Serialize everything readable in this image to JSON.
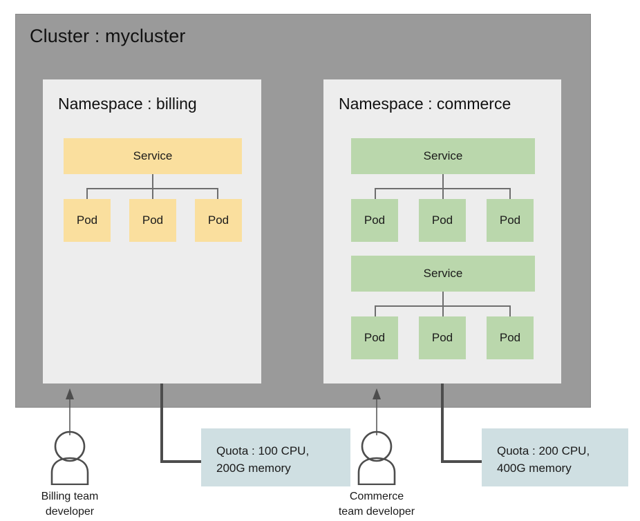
{
  "diagram": {
    "cluster": {
      "title": "Cluster : mycluster",
      "color": "#9a9a9a"
    },
    "namespaces": [
      {
        "title": "Namespace : billing",
        "color": "#ededed",
        "block_color": "#fadf9e",
        "groups": [
          {
            "service_label": "Service",
            "pods": [
              "Pod",
              "Pod",
              "Pod"
            ]
          }
        ],
        "quota": {
          "line1": "Quota : 100 CPU,",
          "line2": "200G memory",
          "color": "#cfdfe2"
        },
        "actor": {
          "icon": "person-icon",
          "line1": "Billing team",
          "line2": "developer"
        }
      },
      {
        "title": "Namespace : commerce",
        "color": "#ededed",
        "block_color": "#bad7ac",
        "groups": [
          {
            "service_label": "Service",
            "pods": [
              "Pod",
              "Pod",
              "Pod"
            ]
          },
          {
            "service_label": "Service",
            "pods": [
              "Pod",
              "Pod",
              "Pod"
            ]
          }
        ],
        "quota": {
          "line1": "Quota : 200 CPU,",
          "line2": "400G memory",
          "color": "#cfdfe2"
        },
        "actor": {
          "icon": "person-icon",
          "line1": "Commerce",
          "line2": "team developer"
        }
      }
    ]
  }
}
